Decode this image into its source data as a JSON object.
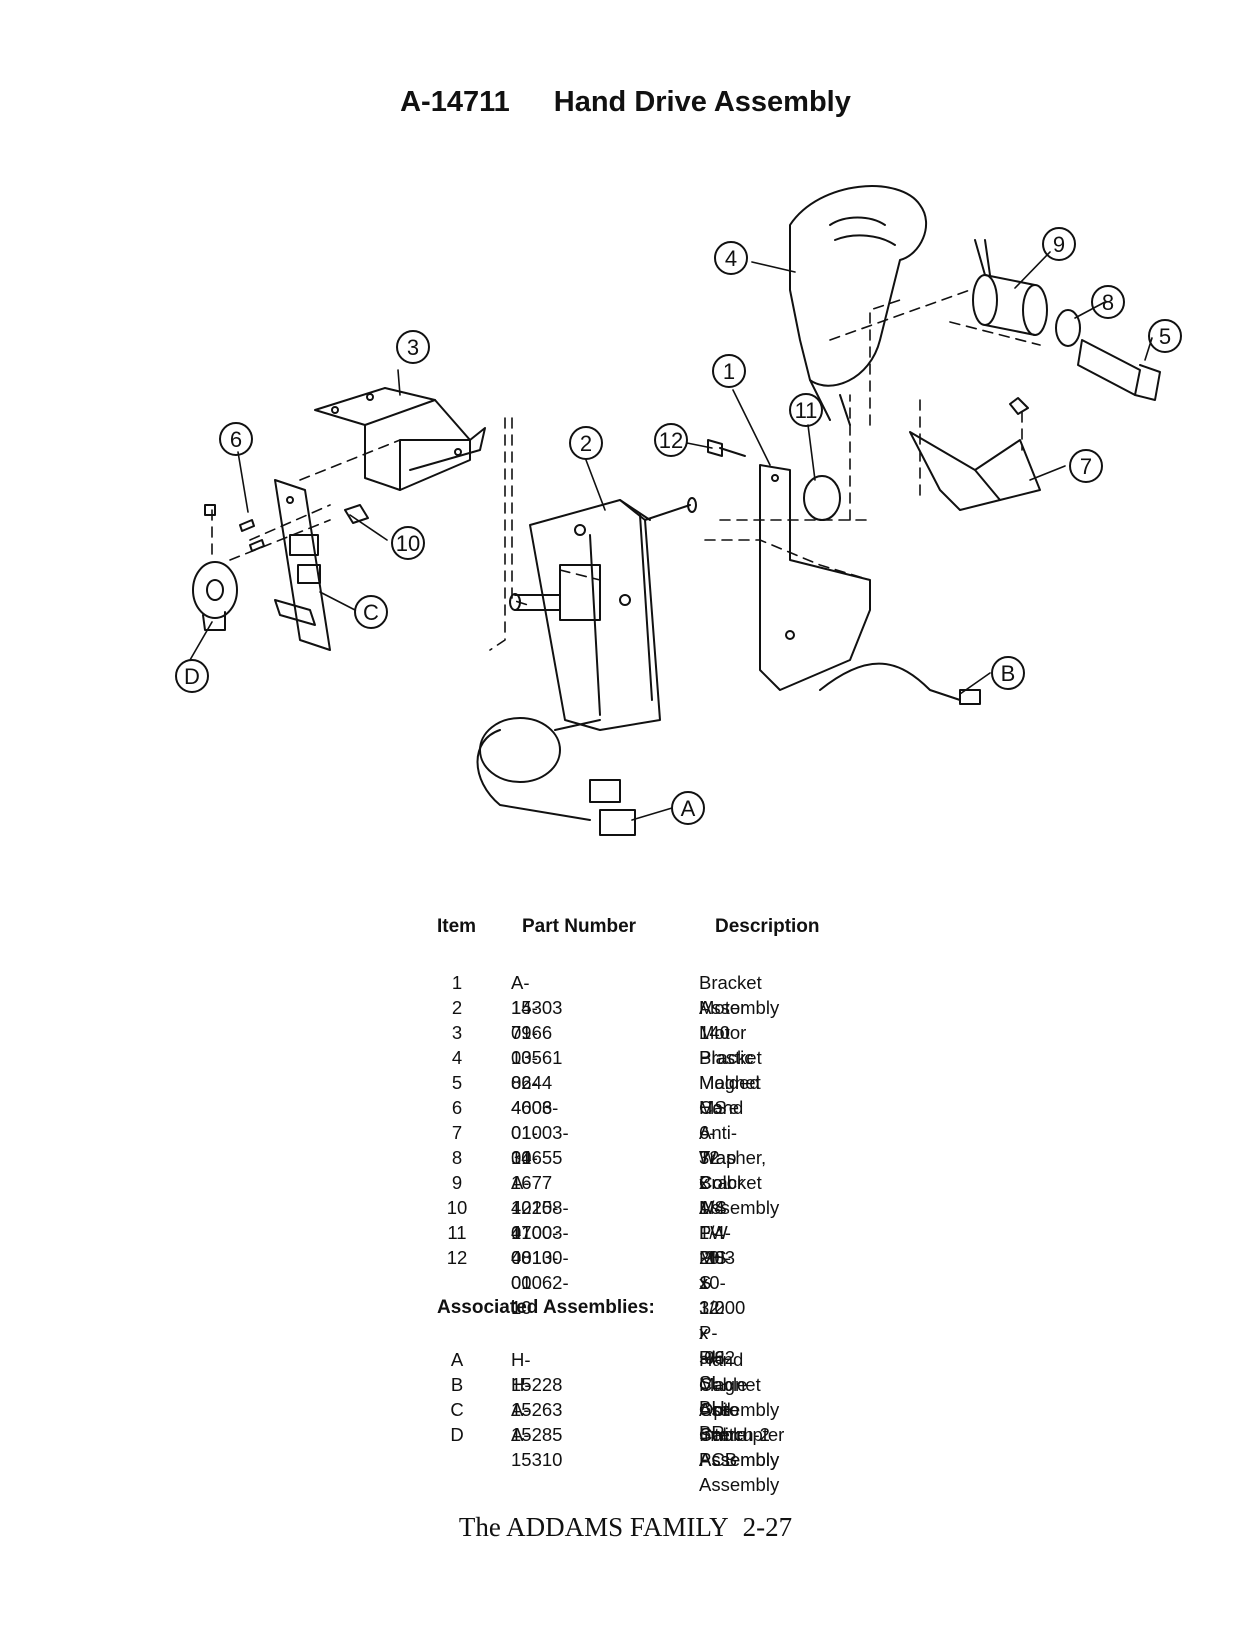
{
  "title": {
    "code": "A-14711",
    "name": "Hand Drive Assembly"
  },
  "diagram": {
    "callouts": [
      "1",
      "2",
      "3",
      "4",
      "5",
      "6",
      "7",
      "8",
      "9",
      "10",
      "11",
      "12",
      "A",
      "B",
      "C",
      "D"
    ]
  },
  "table": {
    "headers": {
      "item": "Item",
      "part": "Part Number",
      "desc": "Description"
    },
    "rows": [
      {
        "item": "1",
        "part": "A-15303",
        "desc": "Bracket Assembly"
      },
      {
        "item": "2",
        "part": "14-7966",
        "desc": "Motor 140"
      },
      {
        "item": "3",
        "part": "01-10561",
        "desc": "Motor Bracket"
      },
      {
        "item": "4",
        "part": "03-8644",
        "desc": "Plastic Molded Hand"
      },
      {
        "item": "5",
        "part": "02-4603",
        "desc": "Magnet Core"
      },
      {
        "item": "6",
        "part": "4006-01003-04",
        "desc": "MS 6-32 x 1/4 P-PH-S"
      },
      {
        "item": "7",
        "part": "01-10655",
        "desc": "Anti-Trap Bracket"
      },
      {
        "item": "8",
        "part": "31-1677",
        "desc": "Washer, Color"
      },
      {
        "item": "9",
        "part": "A-12158-1",
        "desc": "Coil Assembly"
      },
      {
        "item": "10",
        "part": "4020-01003-08",
        "desc": "MS 1/4-20 x 1/2 P-PH-S"
      },
      {
        "item": "11",
        "part": "4700-00130-00",
        "desc": "FW .203 x 1.000 x .062"
      },
      {
        "item": "12",
        "part": "4010-01062-10",
        "desc": "MS 10-32 x 5/8 SL-BH-BR"
      }
    ]
  },
  "associated": {
    "heading": "Associated Assemblies:",
    "rows": [
      {
        "item": "A",
        "part": "H-15228",
        "desc": "Hand Cable Assembly"
      },
      {
        "item": "B",
        "part": "H-15263",
        "desc": "Magnet Coil Cable Assembly"
      },
      {
        "item": "C",
        "part": "A-15285",
        "desc": "Opto Switch-2 PCB Assembly"
      },
      {
        "item": "D",
        "part": "A-15310",
        "desc": "Interrupter Assembly"
      }
    ]
  },
  "footer": {
    "title": "The ADDAMS FAMILY",
    "page": "2-27"
  }
}
